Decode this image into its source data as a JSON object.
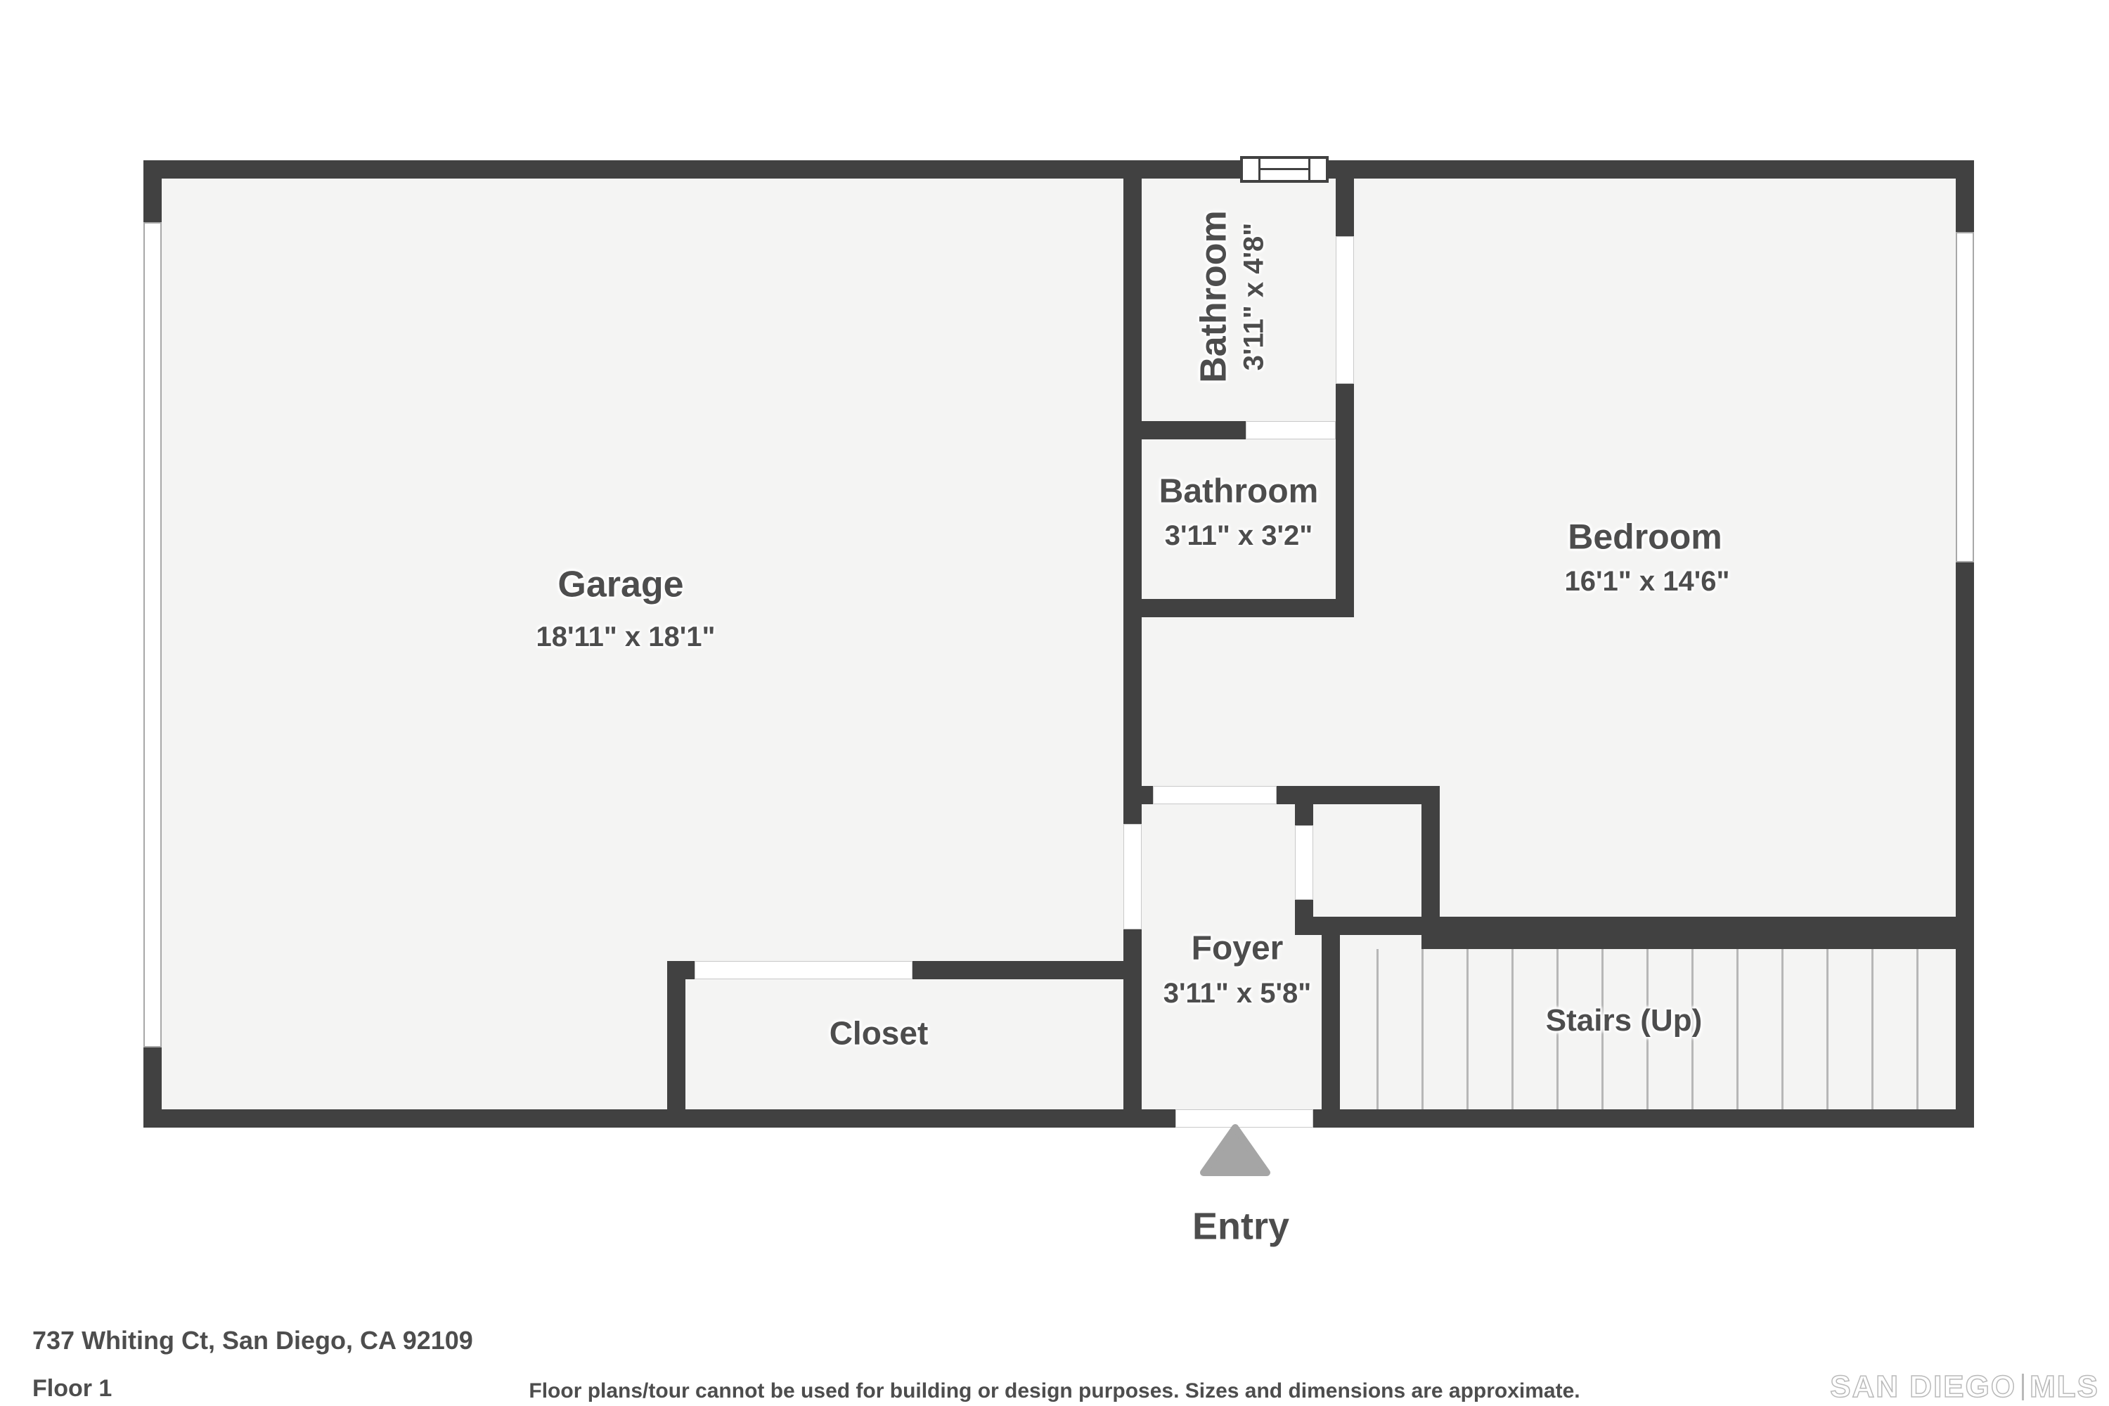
{
  "rooms": {
    "garage": {
      "name": "Garage",
      "dims": "18'11\" x 18'1\""
    },
    "bathroom_top": {
      "name": "Bathroom",
      "dims": "3'11\" x 4'8\""
    },
    "bathroom_mid": {
      "name": "Bathroom",
      "dims": "3'11\" x 3'2\""
    },
    "bedroom": {
      "name": "Bedroom",
      "dims": "16'1\" x 14'6\""
    },
    "foyer": {
      "name": "Foyer",
      "dims": "3'11\" x 5'8\""
    },
    "closet": {
      "name": "Closet"
    },
    "stairs": {
      "name": "Stairs (Up)"
    }
  },
  "stairs": {
    "tread_count": 13,
    "tread_start": 52,
    "tread_spacing": 64
  },
  "entry": {
    "label": "Entry"
  },
  "footer": {
    "address": "737 Whiting Ct, San Diego, CA 92109",
    "floor": "Floor 1",
    "disclaimer": "Floor plans/tour cannot be used for building or design purposes. Sizes and dimensions are approximate."
  },
  "logo": {
    "primary": "SAN DIEGO",
    "secondary": "MLS"
  },
  "colors": {
    "wall": "#414141",
    "floor": "#f4f4f3",
    "text": "#4d4d4d",
    "tread": "#b7b7b7",
    "arrow": "#a5a5a5",
    "logo": "#b9b9b9"
  }
}
